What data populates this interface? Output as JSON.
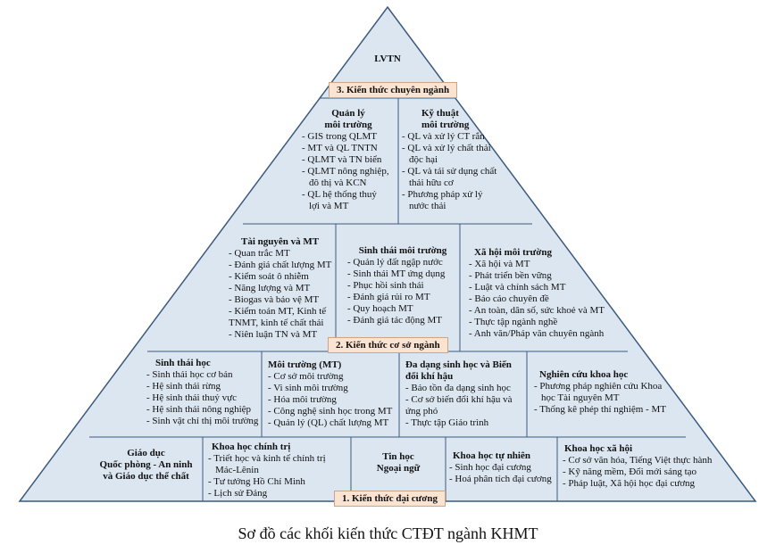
{
  "apex": "LVTN",
  "tiers": {
    "specialized": {
      "label": "3. Kiến thức chuyên ngành",
      "blocks": [
        {
          "title_l1": "Quản lý",
          "title_l2": "môi trường",
          "items": [
            "- GIS trong QLMT",
            "- MT và QL TNTN",
            "- QLMT và TN biển",
            "- QLMT nông nghiệp,",
            "đô thị và KCN",
            "- QL hệ thống thuỷ",
            "lợi và MT"
          ]
        },
        {
          "title_l1": "Kỹ thuật",
          "title_l2": "môi trường",
          "items": [
            "- QL và xử lý CT rắn",
            "- QL và xử lý chất thải",
            "độc hại",
            "- QL và tái sử dụng chất",
            "thải hữu cơ",
            "- Phương pháp xử lý",
            "nước thải"
          ]
        }
      ]
    },
    "foundation_upper": {
      "blocks": [
        {
          "title": "Tài nguyên và MT",
          "items": [
            "- Quan trắc MT",
            "- Đánh giá chất lượng MT",
            "- Kiểm soát ô nhiễm",
            "- Năng lượng và MT",
            "- Biogas và bảo vệ MT",
            "- Kiểm toán MT, Kinh tế",
            "TNMT, kinh tế chất thải",
            "- Niên luận TN và MT"
          ]
        },
        {
          "title": "Sinh thái môi trường",
          "items": [
            "- Quản lý đất ngập nước",
            "- Sinh thái MT ứng dụng",
            "- Phục hồi sinh thái",
            "- Đánh giá rủi ro MT",
            "- Quy hoạch MT",
            "- Đánh giá tác động MT"
          ]
        },
        {
          "title": "Xã hội môi trường",
          "items": [
            "- Xã hội và MT",
            "- Phát triển bền vững",
            "- Luật và chính sách MT",
            "- Báo cáo chuyên đề",
            "- An toàn, dân số, sức khoẻ và MT",
            "- Thực tập ngành nghề",
            "- Anh văn/Pháp văn chuyên ngành"
          ]
        }
      ]
    },
    "foundation": {
      "label": "2. Kiến thức cơ sở ngành",
      "blocks": [
        {
          "title": "Sinh thái học",
          "items": [
            "- Sinh thái học cơ bản",
            "- Hệ sinh thái rừng",
            "- Hệ sinh thái thuỷ vực",
            "- Hệ sinh thái nông nghiệp",
            "- Sinh vật chỉ thị môi trường"
          ]
        },
        {
          "title": "Môi trường (MT)",
          "items": [
            "- Cơ sở môi trường",
            "- Vi sinh môi trường",
            "- Hóa môi trường",
            "- Công nghệ sinh học trong MT",
            "- Quản lý (QL) chất lượng MT"
          ]
        },
        {
          "title_l1": "Đa dạng sinh học và Biến",
          "title_l2": "đổi khí hậu",
          "items": [
            "- Bảo tồn đa dạng sinh học",
            "- Cơ sở biến đổi khí hậu và",
            "ứng phó",
            "- Thực tập Giáo trình"
          ]
        },
        {
          "title": "Nghiên cứu khoa học",
          "items": [
            "- Phương pháp nghiên cứu Khoa",
            "học Tài nguyên MT",
            "- Thống kê phép thí nghiệm - MT"
          ]
        }
      ]
    },
    "general": {
      "label": "1. Kiến thức đại cương",
      "blocks": [
        {
          "lines": [
            "Giáo dục",
            "Quốc phòng - An ninh",
            "và Giáo dục thể chất"
          ]
        },
        {
          "title": "Khoa học chính trị",
          "items": [
            "- Triết học và kinh tế chính trị",
            "Mác-Lênin",
            "- Tư tưởng Hồ Chí Minh",
            "- Lịch sử Đảng"
          ]
        },
        {
          "lines": [
            "Tin học",
            "Ngoại ngữ"
          ]
        },
        {
          "title": "Khoa học tự nhiên",
          "items": [
            "- Sinh học đại cương",
            "- Hoá phân tích đại cương"
          ]
        },
        {
          "title": "Khoa học xã hội",
          "items": [
            "- Cơ sở văn hóa, Tiếng Việt thực hành",
            "- Kỹ năng mềm, Đổi mới sáng tạo",
            "- Pháp luật, Xã hội học đại cương"
          ]
        }
      ]
    }
  },
  "caption": "Sơ đồ các khối kiến thức CTĐT ngành KHMT",
  "colors": {
    "fill": "#dce6f1",
    "border": "#3c5a7e",
    "label_fill": "#fbe3d2",
    "label_border": "#c9a58a"
  }
}
